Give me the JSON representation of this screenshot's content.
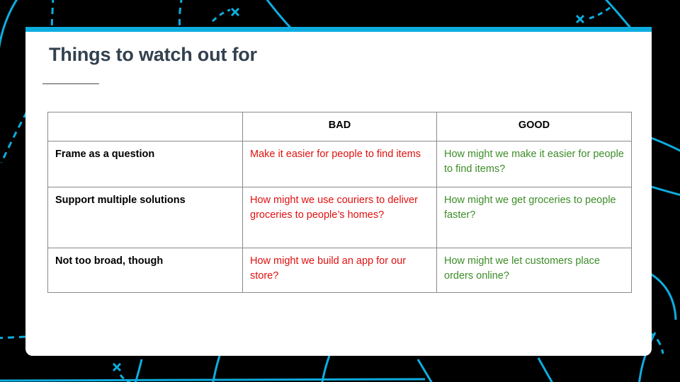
{
  "slide": {
    "title": "Things to watch out for",
    "background_color": "#000000",
    "card_background": "#ffffff",
    "accent_color": "#0DADE0",
    "title_color": "#33414F",
    "bad_color": "#E01010",
    "good_color": "#3C8C28"
  },
  "table": {
    "headers": [
      "",
      "BAD",
      "GOOD"
    ],
    "rows": [
      {
        "label": "Frame as a question",
        "bad": "Make it easier for people to find items",
        "good": "How might we make it easier for people to find items?"
      },
      {
        "label": "Support multiple solutions",
        "bad": "How might we use couriers to deliver groceries to people’s homes?",
        "good": "How might we get groceries to people faster?"
      },
      {
        "label": "Not too broad, though",
        "bad": "How might we build an app for our store?",
        "good": "How might we let customers place orders online?"
      }
    ]
  },
  "decorations": {
    "line_color": "#0DADE0",
    "marker_label": "x",
    "marker_count": 3
  }
}
